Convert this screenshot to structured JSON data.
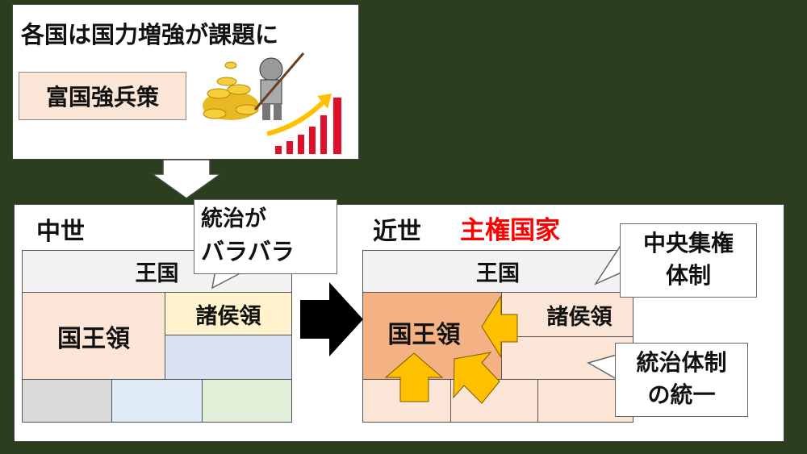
{
  "top": {
    "title": "各国は国力増強が課題に",
    "policy_label": "富国強兵策"
  },
  "medieval": {
    "heading": "中世",
    "kingdom": "王国",
    "royal_domain": "国王領",
    "lords_domain": "諸侯領",
    "callout_line1": "統治が",
    "callout_line2": "バラバラ"
  },
  "early_modern": {
    "heading": "近世",
    "subheading": "主権国家",
    "kingdom": "王国",
    "royal_domain": "国王領",
    "lords_domain": "諸侯領",
    "callout1_line1": "中央集権",
    "callout1_line2": "体制",
    "callout2_line1": "統治体制",
    "callout2_line2": "の統一"
  },
  "colors": {
    "background": "#2b3f1e",
    "accent_red": "#ff0000",
    "arrow_yellow": "#ffc000",
    "royal_dark": "#f4b183",
    "royal_light": "#fbe5d6"
  }
}
